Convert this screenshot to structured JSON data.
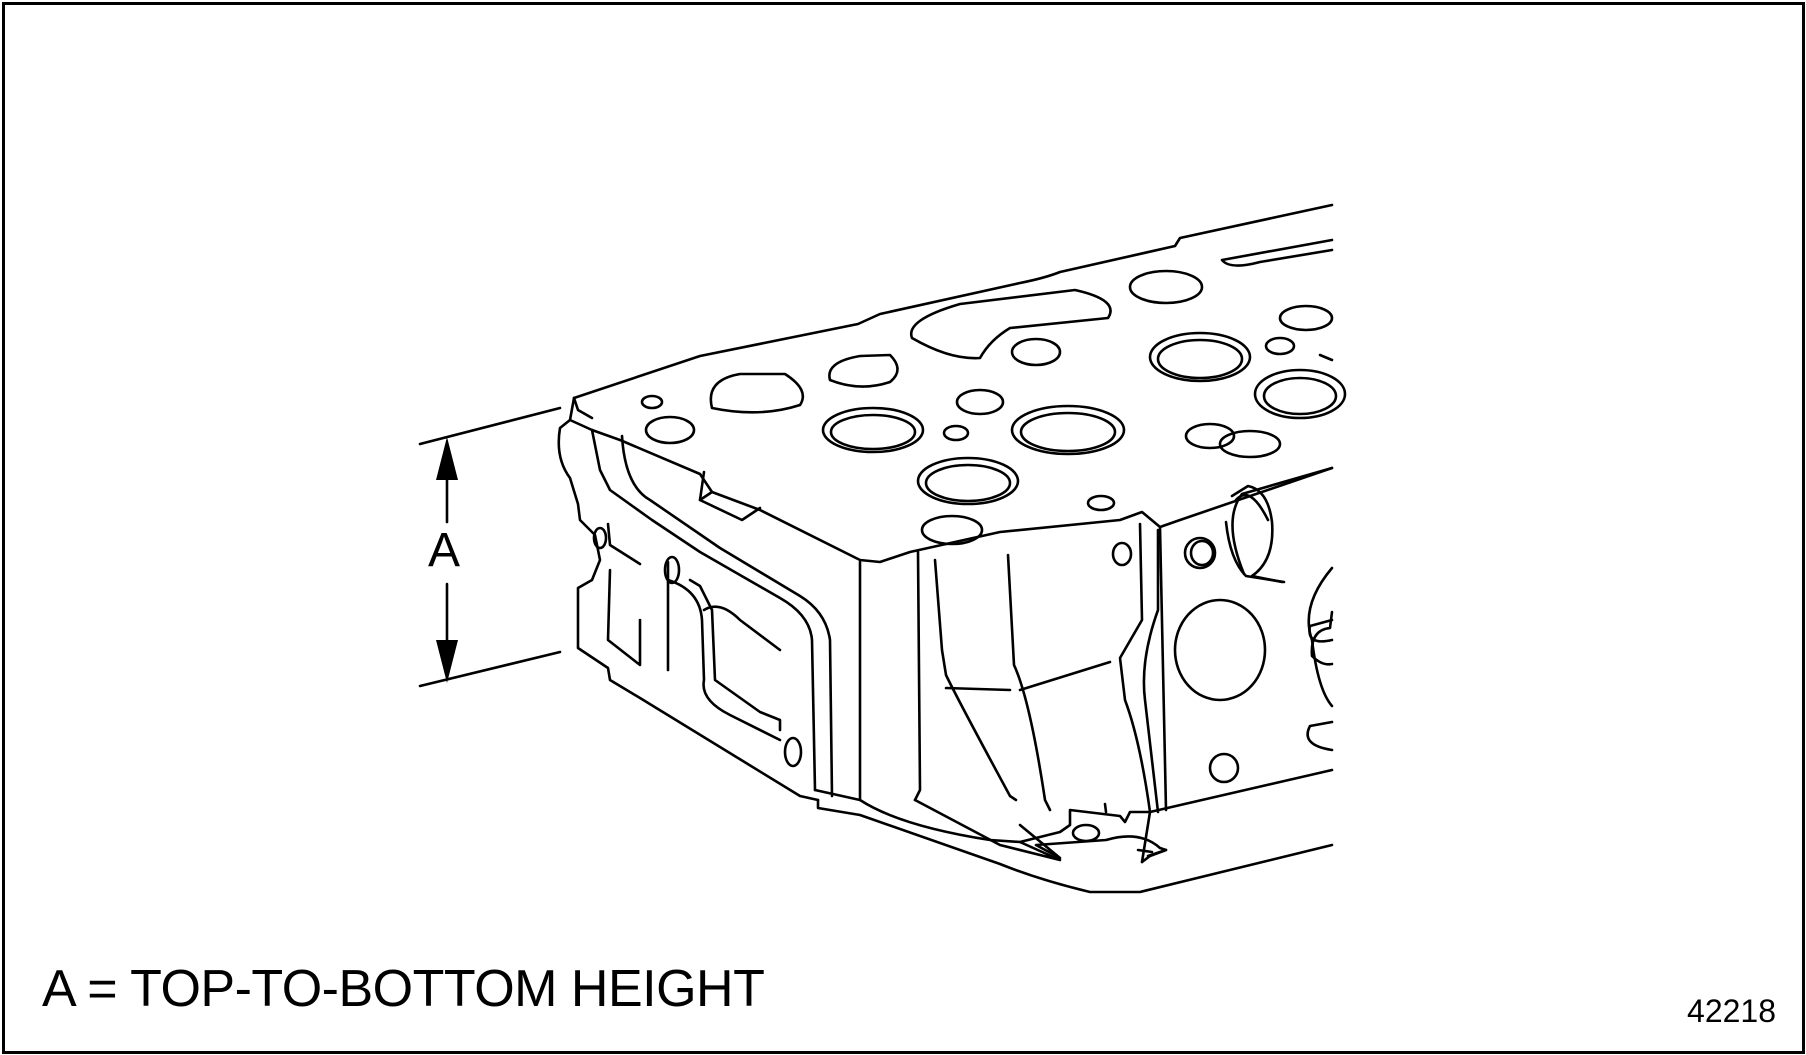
{
  "diagram": {
    "dimension_label": "A",
    "legend": "A = TOP-TO-BOTTOM HEIGHT",
    "figure_number": "42218"
  },
  "icons": {
    "part": "cylinder-head-line-drawing",
    "dimension": "double-headed-arrow-icon"
  },
  "colors": {
    "line": "#000000",
    "background": "#ffffff"
  }
}
